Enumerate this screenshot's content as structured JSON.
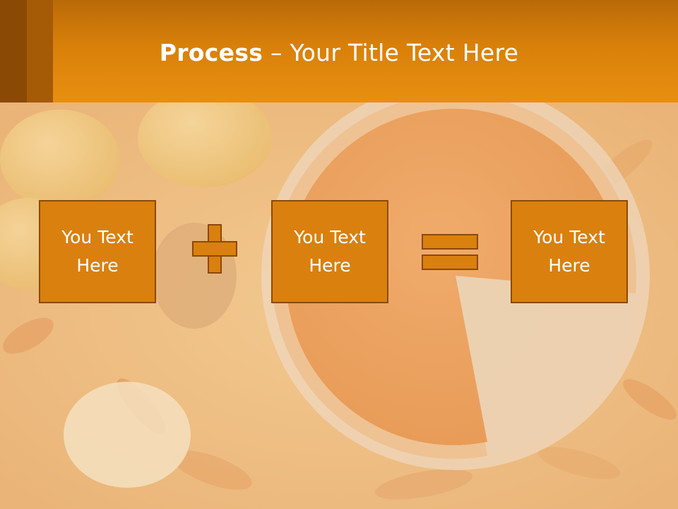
{
  "slide": {
    "title_bold": "Process",
    "title_rest": " – Your Title Text Here",
    "boxes": [
      {
        "text": "You Text Here"
      },
      {
        "text": "You Text Here"
      },
      {
        "text": "You Text Here"
      }
    ],
    "operators": [
      "plus",
      "equals"
    ],
    "colors": {
      "header": "#e88f10",
      "box_fill": "#d9800f",
      "box_border": "#8a4a05",
      "text": "#ffffff"
    }
  }
}
